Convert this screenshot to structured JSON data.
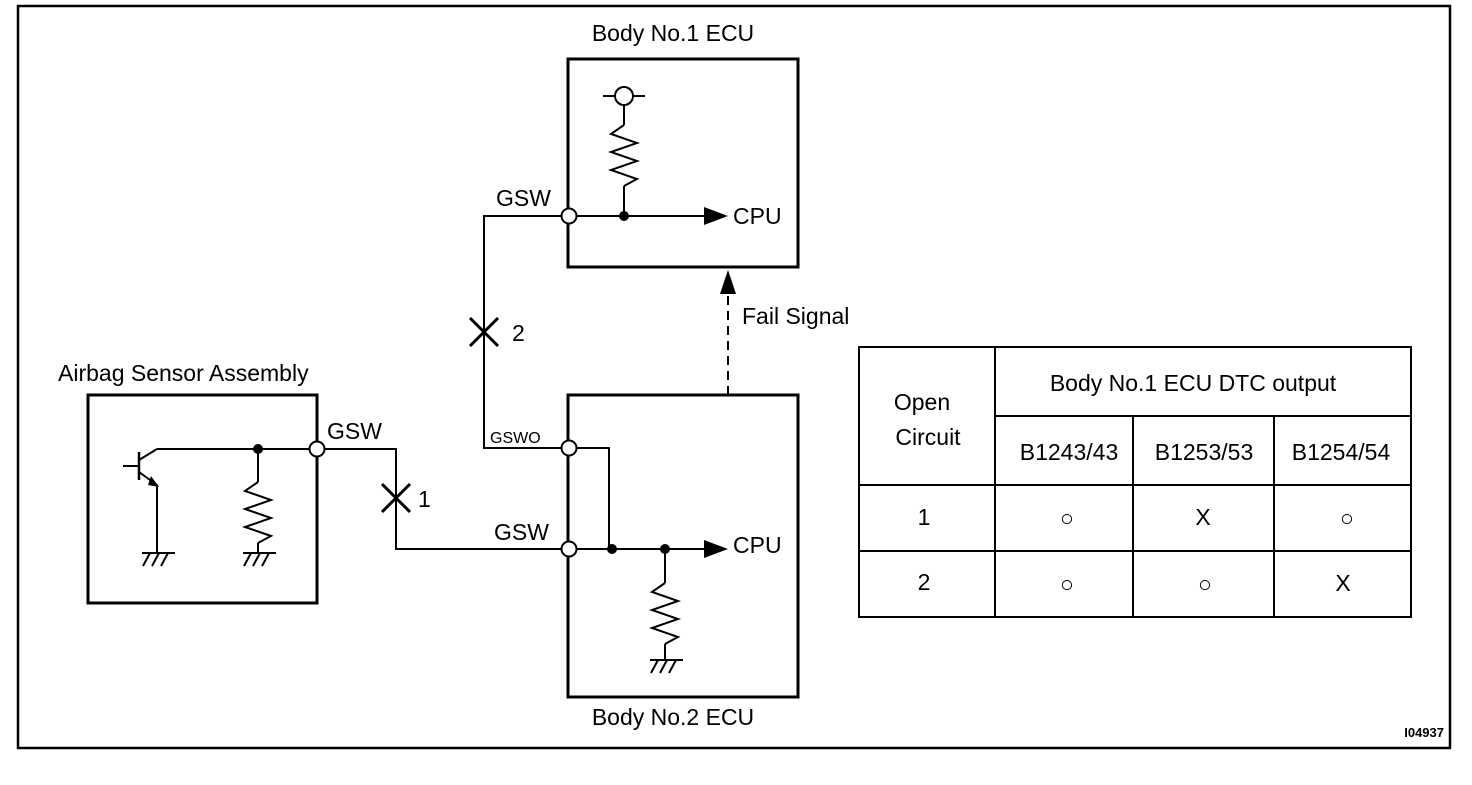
{
  "diagram": {
    "components": {
      "body_no1_ecu": {
        "label": "Body No.1 ECU",
        "pin": "GSW",
        "output": "CPU"
      },
      "body_no2_ecu": {
        "label": "Body No.2 ECU",
        "pin_out": "GSWO",
        "pin_in": "GSW",
        "output": "CPU"
      },
      "airbag_sensor": {
        "label": "Airbag Sensor Assembly",
        "pin": "GSW"
      }
    },
    "fail_signal": "Fail Signal",
    "break_points": [
      {
        "label": "1"
      },
      {
        "label": "2"
      }
    ],
    "reference": "I04937"
  },
  "table": {
    "header_left": "Open Circuit",
    "header_left_lines": [
      "Open",
      "Circuit"
    ],
    "header_group": "Body No.1 ECU DTC output",
    "columns": [
      "B1243/43",
      "B1253/53",
      "B1254/54"
    ],
    "rows": [
      {
        "circuit": "1",
        "values": [
          "○",
          "X",
          "○"
        ]
      },
      {
        "circuit": "2",
        "values": [
          "○",
          "○",
          "X"
        ]
      }
    ]
  }
}
